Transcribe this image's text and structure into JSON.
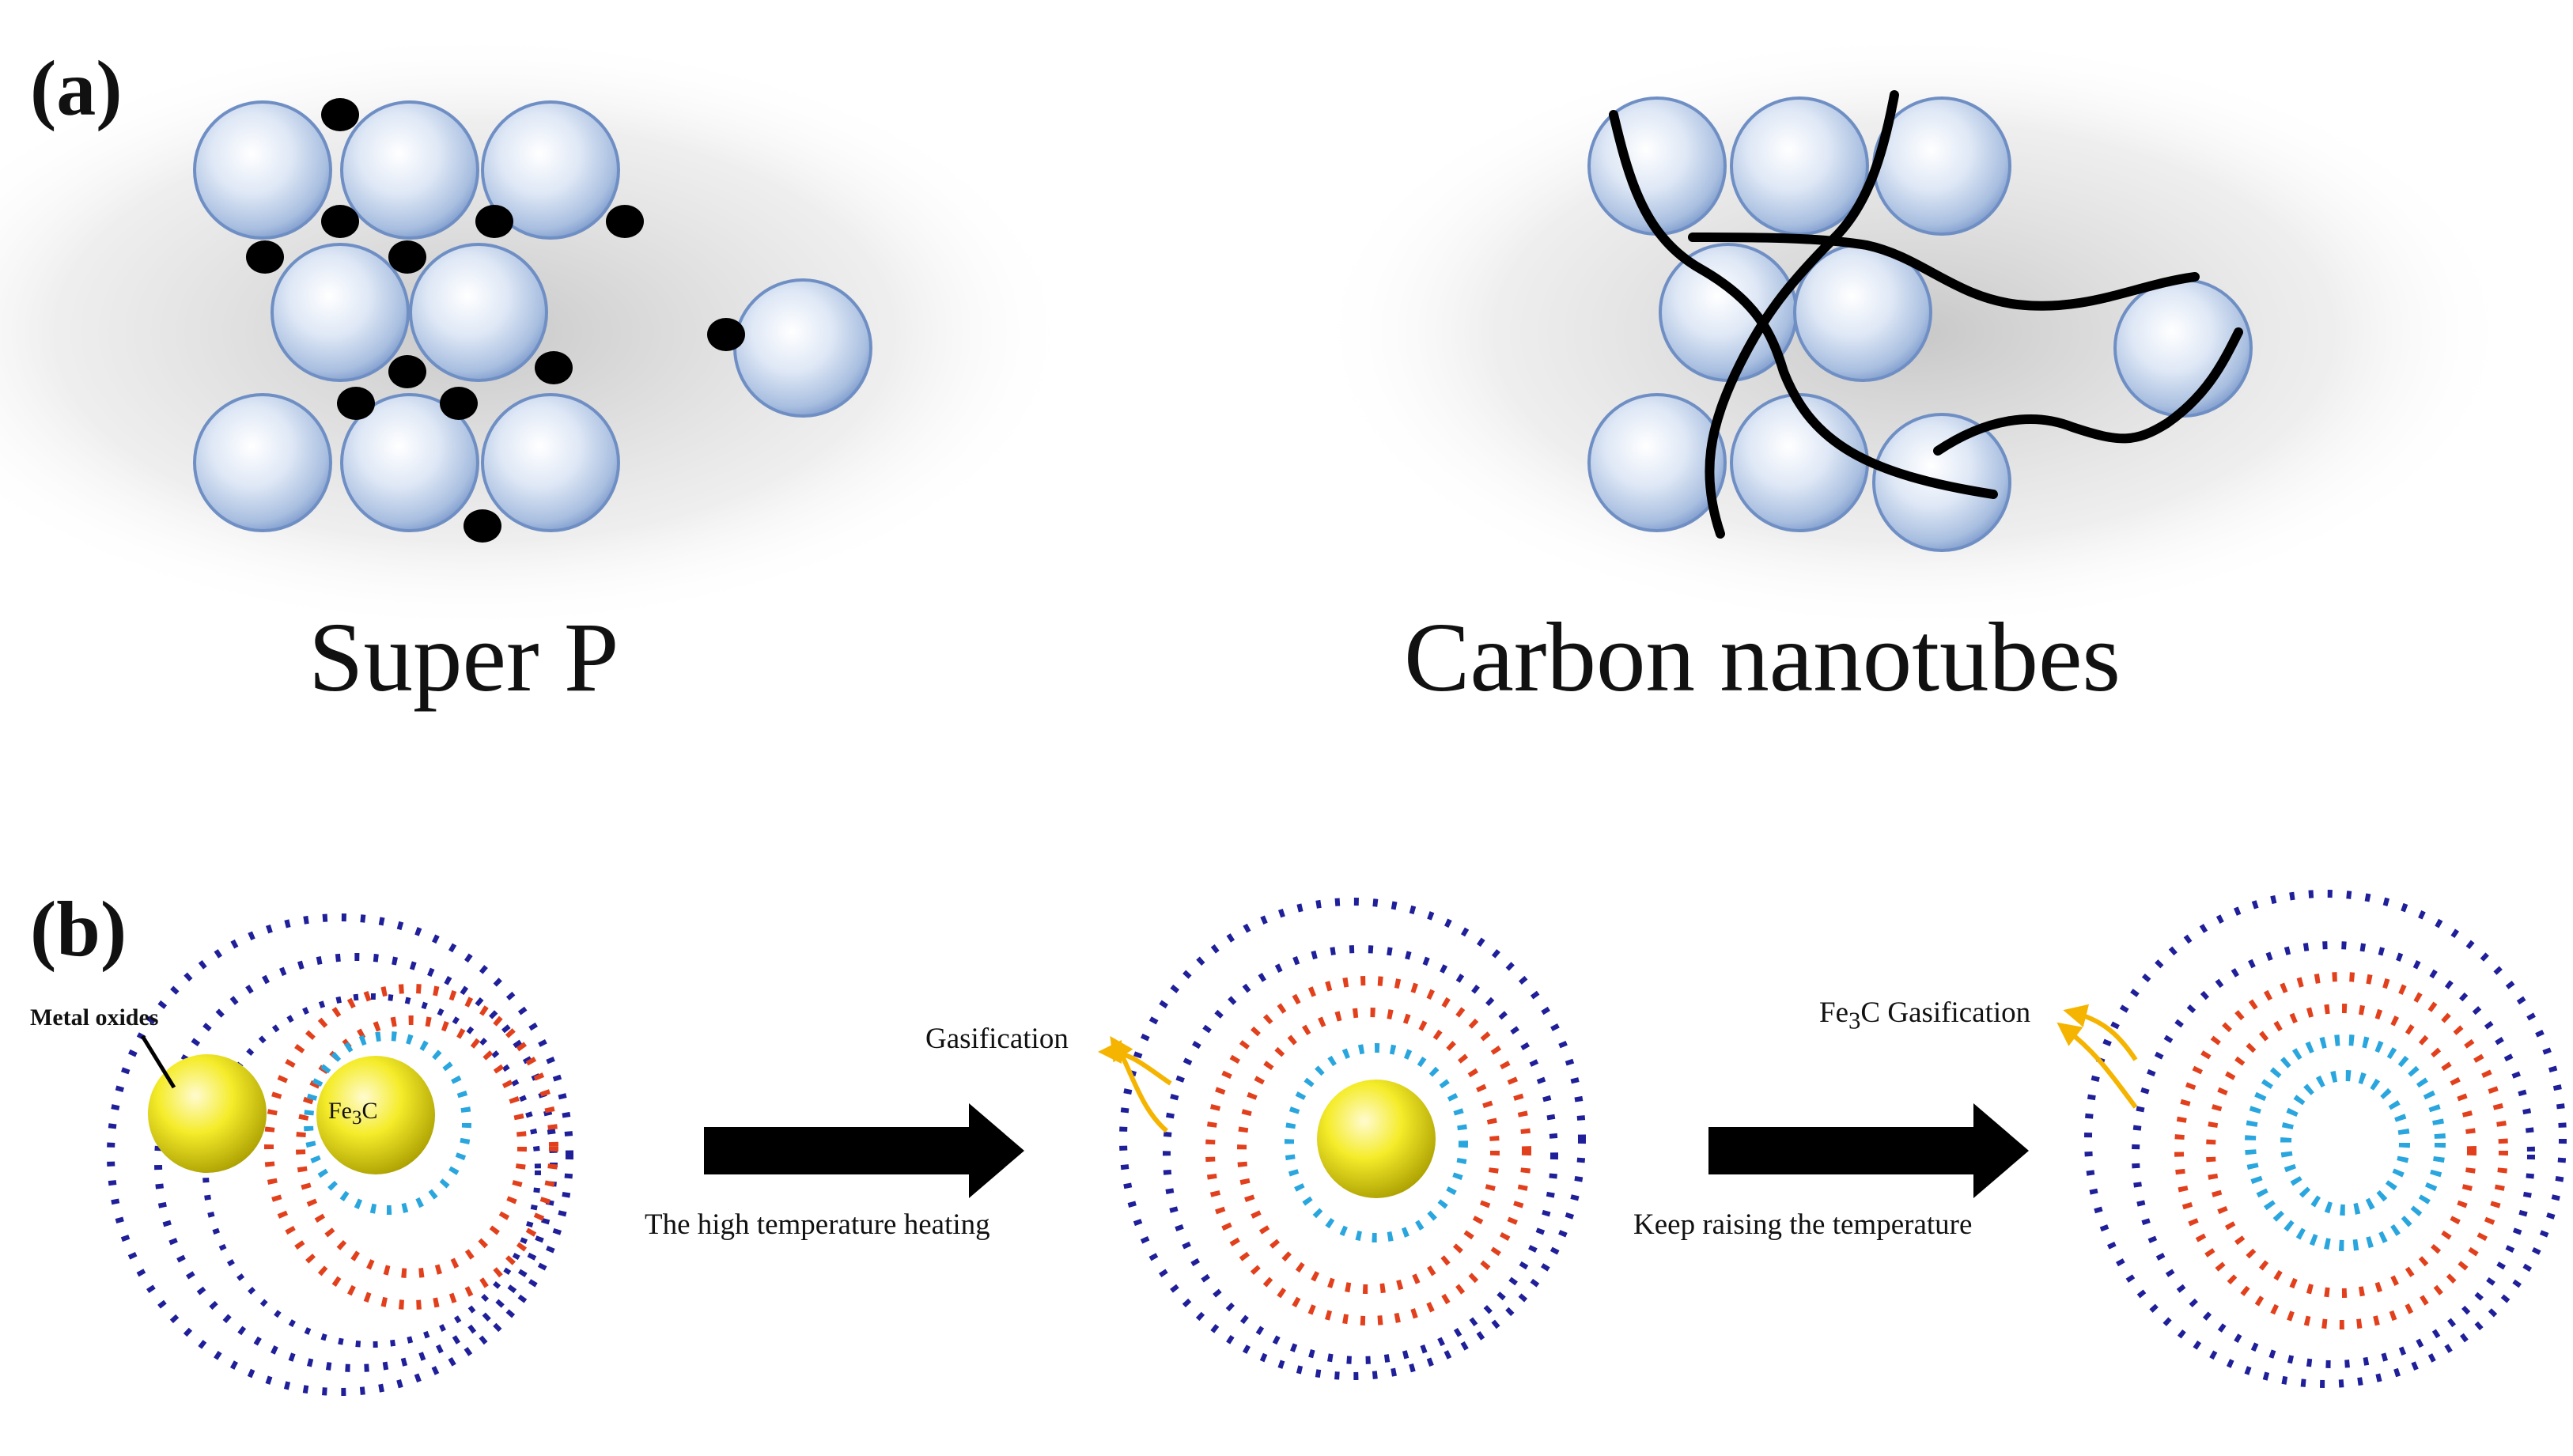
{
  "panel_a": {
    "label": "(a)",
    "left_caption": "Super P",
    "right_caption": "Carbon nanotubes"
  },
  "panel_b": {
    "label": "(b)",
    "annotation_metal_oxides": "Metal oxides",
    "core_label_prefix": "Fe",
    "core_label_sub": "3",
    "core_label_suffix": "C",
    "step1_arrow_caption": "The high temperature heating",
    "step2_arrow_caption": "Keep raising the temperature",
    "gas_label_middle": "Gasification",
    "gas_label_right_prefix": "Fe",
    "gas_label_right_sub": "3",
    "gas_label_right_suffix": "C Gasification"
  },
  "colors": {
    "sphere_light": "#eef3fb",
    "sphere_mid": "#b6c9e6",
    "sphere_edge": "#6f8fc4",
    "carbon_black": "#000000",
    "shell_outer": "#1f1f9a",
    "shell_middle": "#e2401c",
    "shell_inner": "#2aa6de",
    "core_yellow": "#f2ea1f",
    "gas_arrow": "#f5b400",
    "process_arrow": "#000000"
  },
  "icons": {
    "process_arrow": "right-arrow-icon",
    "gas_arrow": "curved-arrow-icon"
  }
}
